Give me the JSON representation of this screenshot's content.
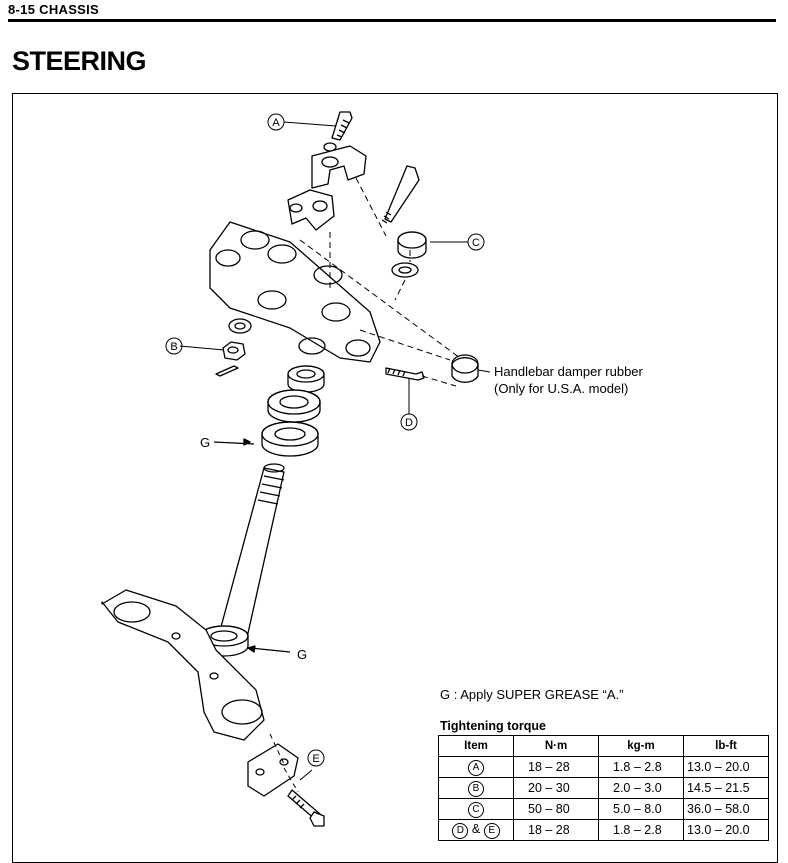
{
  "header": {
    "section": "8-15 CHASSIS"
  },
  "page_title": "STEERING",
  "labels": {
    "A": "A",
    "B": "B",
    "C": "C",
    "D": "D",
    "E": "E",
    "G1": "G",
    "G2": "G"
  },
  "damper_note": {
    "line1": "Handlebar damper rubber",
    "line2": "(Only for U.S.A. model)"
  },
  "grease_note": "G : Apply SUPER GREASE “A.”",
  "torque": {
    "title": "Tightening torque",
    "columns": [
      "Item",
      "N·m",
      "kg-m",
      "lb-ft"
    ],
    "rows": [
      {
        "item": [
          "A"
        ],
        "nm": "18 – 28",
        "kgm": "1.8 – 2.8",
        "lbft": "13.0 – 20.0"
      },
      {
        "item": [
          "B"
        ],
        "nm": "20 – 30",
        "kgm": "2.0 – 3.0",
        "lbft": "14.5 – 21.5"
      },
      {
        "item": [
          "C"
        ],
        "nm": "50 – 80",
        "kgm": "5.0 – 8.0",
        "lbft": "36.0 – 58.0"
      },
      {
        "item": [
          "D",
          "E"
        ],
        "item_join": "&",
        "nm": "18 – 28",
        "kgm": "1.8 – 2.8",
        "lbft": "13.0 – 20.0"
      }
    ]
  }
}
